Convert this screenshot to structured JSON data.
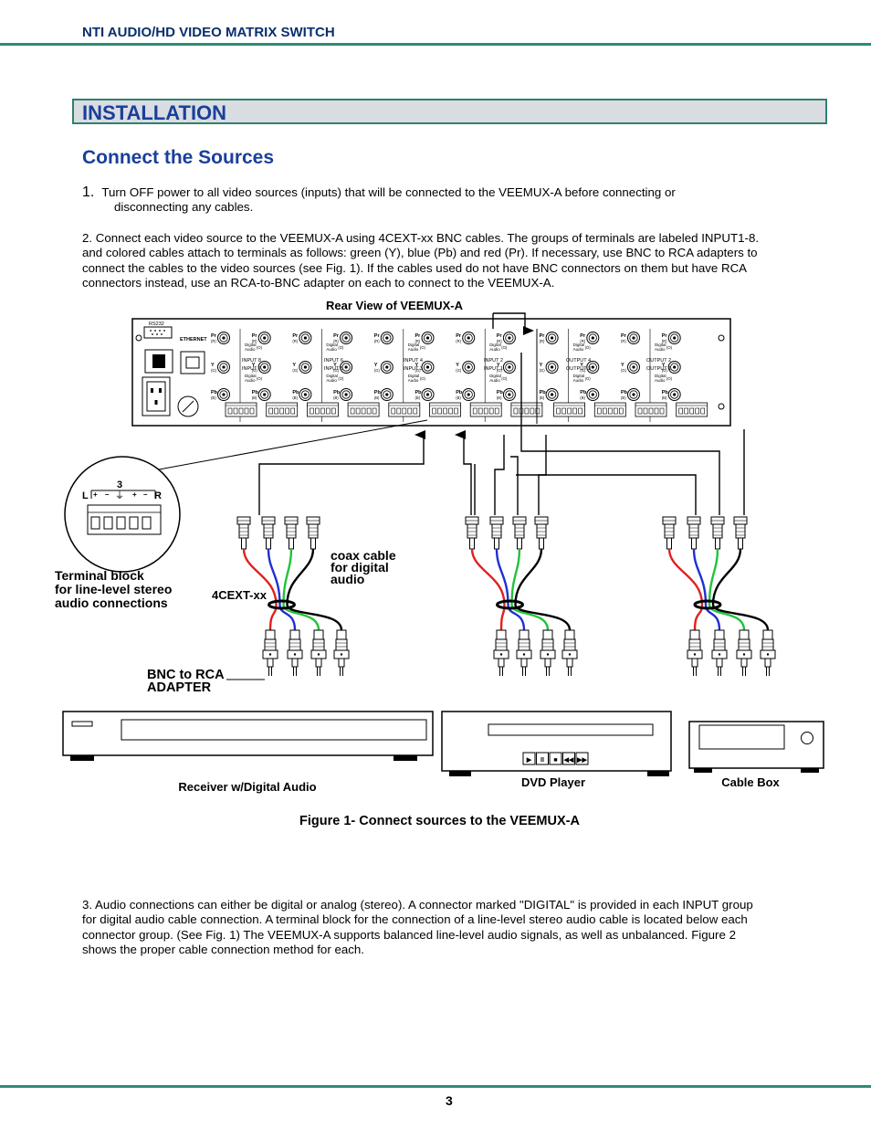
{
  "header": {
    "title": "NTI AUDIO/HD VIDEO MATRIX SWITCH"
  },
  "section": {
    "title": "INSTALLATION",
    "subtitle": "Connect the Sources"
  },
  "paragraphs": {
    "p1_num": "1.",
    "p1_line1": "Turn OFF power to all video sources (inputs) that will be connected to the VEEMUX-A before connecting or",
    "p1_line2": "disconnecting any cables.",
    "p2_lines": [
      "2.   Connect each video source to the VEEMUX-A using 4CEXT-xx BNC cables.   The groups of terminals are labeled INPUT1-8.",
      "and colored cables attach to terminals as follows:  green (Y), blue (Pb) and red (Pr).    If necessary, use BNC to RCA adapters to",
      "connect the cables to the video sources (see Fig. 1).    If the cables used do not have BNC connectors on them but have RCA",
      "connectors instead,  use an RCA-to-BNC adapter on each to connect to the VEEMUX-A."
    ],
    "p3_lines": [
      "3.   Audio connections can either be digital or analog (stereo).    A connector marked \"DIGITAL\" is provided in each INPUT group",
      "for digital audio cable connection.     A terminal block for the connection of a line-level stereo audio cable is located below each",
      "connector group. (See Fig. 1) The VEEMUX-A supports balanced line-level audio signals,   as well as unbalanced.     Figure 2",
      "shows the proper cable connection method for each."
    ]
  },
  "figure": {
    "rear_title": "Rear View of VEEMUX-A",
    "rs232": "RS232",
    "ethernet": "ETHERNET",
    "jack_labels": {
      "pr": "Pr",
      "y": "Y",
      "pb": "Pb",
      "r": "(R)",
      "g": "(G)",
      "b": "(B)",
      "o": "(O)",
      "digital": "Digital",
      "audio": "Audio"
    },
    "input_labels": [
      "INPUT 8",
      "INPUT 7",
      "INPUT 6",
      "INPUT 5",
      "INPUT 4",
      "INPUT 3",
      "INPUT 2",
      "INPUT 1"
    ],
    "output_labels": [
      "OUTPUT 4",
      "OUTPUT 3",
      "OUTPUT 2",
      "OUTPUT 1"
    ],
    "terminal_number": "3",
    "terminal_markings": {
      "left": "L",
      "right": "R",
      "plus": "+",
      "minus": "–",
      "ground": "⏚"
    },
    "terminal_block_label": [
      "Terminal block",
      "for line-level stereo",
      "audio connections"
    ],
    "cable_label": "4CEXT-xx",
    "coax_label": [
      "coax cable",
      "for digital",
      "audio"
    ],
    "adapter_label": [
      "BNC to RCA",
      "ADAPTER"
    ],
    "devices": {
      "receiver": "Receiver w/Digital Audio",
      "dvd": "DVD Player",
      "cable_box": "Cable Box",
      "dvd_buttons": [
        "▶",
        "II",
        "■",
        "◀◀",
        "▶▶"
      ]
    },
    "caption": "Figure 1- Connect sources to the VEEMUX-A",
    "colors": {
      "y": "#22c33a",
      "pb": "#1f2fd6",
      "pr": "#e02020",
      "coax": "#000000"
    }
  },
  "footer": {
    "page_number": "3"
  }
}
